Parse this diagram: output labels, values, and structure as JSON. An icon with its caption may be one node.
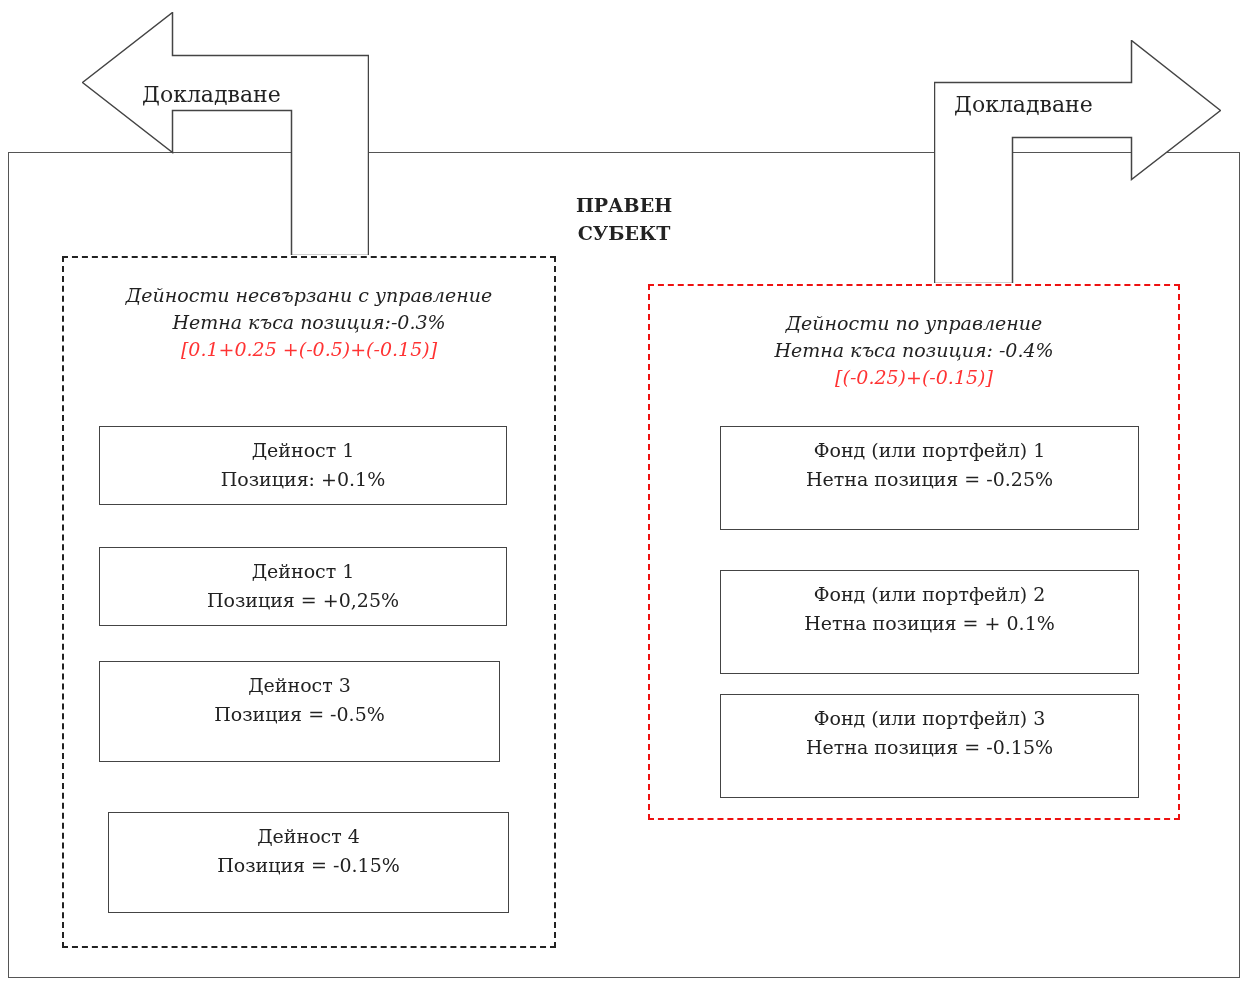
{
  "diagram": {
    "nodes": [
      {
        "text": [
          "ПРАВЕН СУБЕКТ"
        ]
      },
      {
        "text": [
          "Дейности несвързани с управление",
          "Нетна къса позиция:-0.3%",
          "[0.1+0.25 +(-0.5)+(-0.15)]"
        ],
        "in": 0
      },
      {
        "text": [
          "Дейност 1",
          "Позиция: +0.1%"
        ],
        "in": 1
      },
      {
        "text": [
          "Дейност 1",
          "Позиция = +0,25%"
        ],
        "in": 1
      },
      {
        "text": [
          "Дейност 3",
          "Позиция = -0.5%"
        ],
        "in": 1
      },
      {
        "text": [
          "Дейност 4",
          "Позиция = -0.15%"
        ],
        "in": 1
      },
      {
        "text": [
          "Дейности по управление",
          "Нетна къса позиция: -0.4%",
          "[(-0.25)+(-0.15)]"
        ],
        "in": 0
      },
      {
        "text": [
          "Фонд (или портфейл)  1",
          "Нетна позиция = -0.25%"
        ],
        "in": 6
      },
      {
        "text": [
          "Фонд (или портфейл)  2",
          "Нетна позиция = + 0.1%"
        ],
        "in": 6
      },
      {
        "text": [
          "Фонд (или портфейл)  3",
          "Нетна позиция = -0.15%"
        ],
        "in": 6
      },
      {
        "text": [
          "Докладване"
        ]
      },
      {
        "text": [
          "Докладване"
        ]
      }
    ],
    "edges": []
  }
}
